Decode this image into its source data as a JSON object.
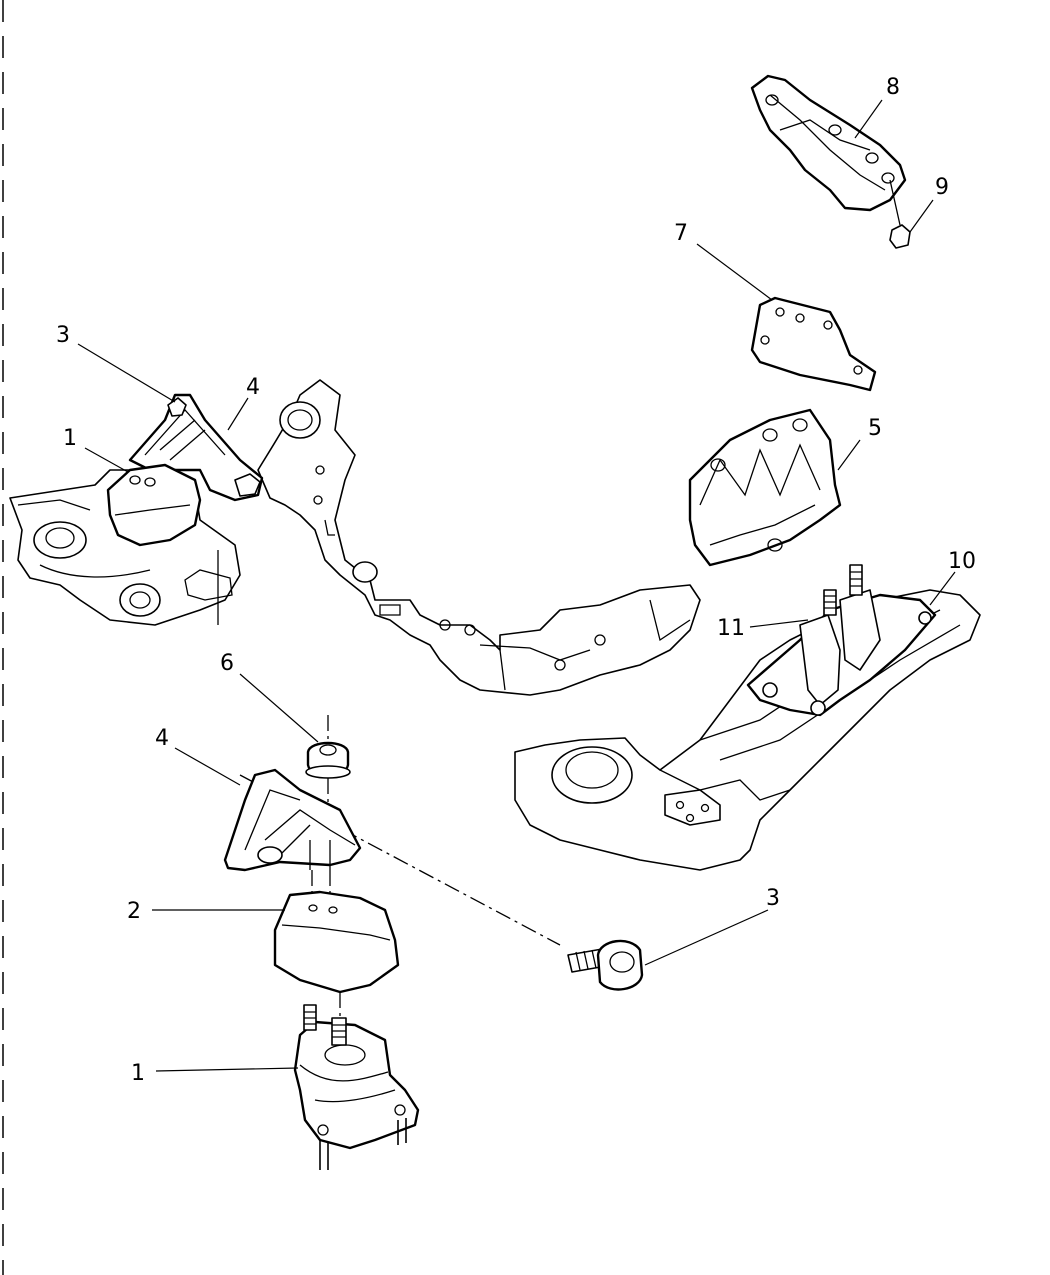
{
  "diagram": {
    "callouts": {
      "c1_top": "1",
      "c3_top": "3",
      "c4_top": "4",
      "c5": "5",
      "c6": "6",
      "c7": "7",
      "c8": "8",
      "c9": "9",
      "c10": "10",
      "c11": "11",
      "c4_bottom": "4",
      "c2": "2",
      "c3_bottom": "3",
      "c1_bottom": "1"
    }
  }
}
